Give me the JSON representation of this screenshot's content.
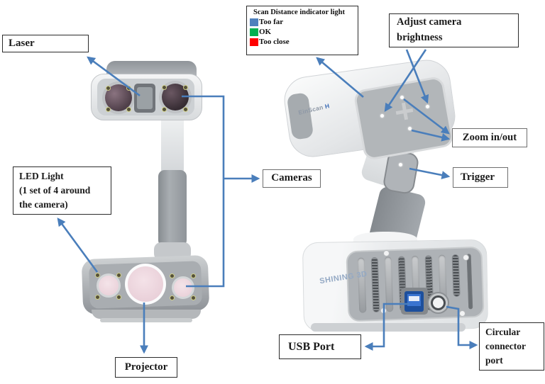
{
  "colors": {
    "arrow": "#4a7ebb",
    "legend_blue": "#4f81bd",
    "legend_green": "#00b050",
    "legend_red": "#ff0000"
  },
  "labels": {
    "laser": "Laser",
    "led_light": "LED Light\n(1 set of 4 around\nthe camera)",
    "projector": "Projector",
    "cameras": "Cameras",
    "adjust_brightness": "Adjust  camera\nbrightness",
    "zoom": "Zoom in/out",
    "trigger": "Trigger",
    "usb_port": "USB Port",
    "circular_connector": "Circular\nconnector\nport"
  },
  "legend": {
    "title": "Scan Distance indicator light",
    "items": [
      {
        "label": "Too far",
        "color": "#4f81bd"
      },
      {
        "label": "OK",
        "color": "#00b050"
      },
      {
        "label": "Too close",
        "color": "#ff0000"
      }
    ]
  },
  "device": {
    "side_brand": "EinScan ",
    "side_brand_suffix": "H",
    "bottom_brand": "SHINING 3D"
  }
}
